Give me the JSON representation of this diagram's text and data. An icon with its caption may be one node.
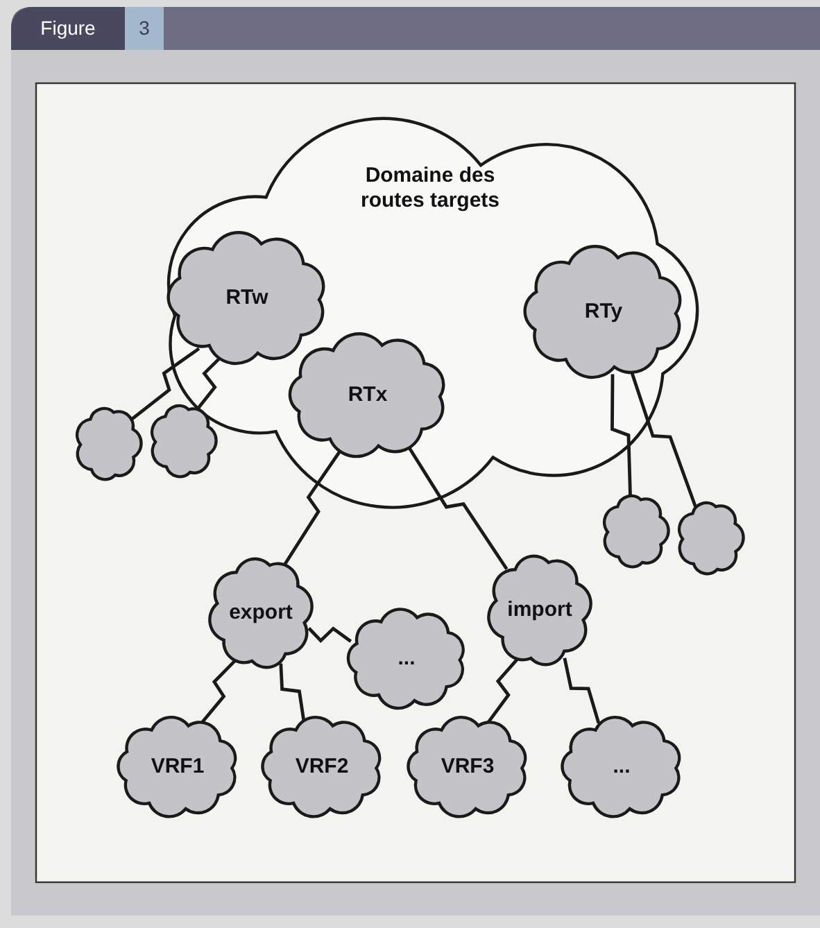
{
  "diagram": {
    "nodes": [
      {
        "text": [
          "Domaine des routes targets"
        ]
      },
      {
        "text": [
          "RTw"
        ],
        "in": 0
      },
      {
        "text": [
          "RTx"
        ],
        "in": 0
      },
      {
        "text": [
          "RTy"
        ],
        "in": 0
      },
      {
        "text": [],
        "shape": "cloud"
      },
      {
        "text": [],
        "shape": "cloud"
      },
      {
        "text": [],
        "shape": "cloud"
      },
      {
        "text": [],
        "shape": "cloud"
      },
      {
        "text": [
          "export"
        ]
      },
      {
        "text": [
          "..."
        ]
      },
      {
        "text": [
          "import"
        ]
      },
      {
        "text": [
          "VRF1"
        ]
      },
      {
        "text": [
          "VRF2"
        ]
      },
      {
        "text": [
          "VRF3"
        ]
      },
      {
        "text": [
          "..."
        ]
      }
    ],
    "edges": [
      {
        "from": 1,
        "to": 4,
        "arrow": "none"
      },
      {
        "from": 1,
        "to": 5,
        "arrow": "none"
      },
      {
        "from": 3,
        "to": 6,
        "arrow": "none"
      },
      {
        "from": 3,
        "to": 7,
        "arrow": "none"
      },
      {
        "from": 2,
        "to": 8,
        "arrow": "none"
      },
      {
        "from": 2,
        "to": 10,
        "arrow": "none"
      },
      {
        "from": 8,
        "to": 9,
        "arrow": "none"
      },
      {
        "from": 8,
        "to": 11,
        "arrow": "none"
      },
      {
        "from": 8,
        "to": 12,
        "arrow": "none"
      },
      {
        "from": 10,
        "to": 13,
        "arrow": "none"
      },
      {
        "from": 10,
        "to": 14,
        "arrow": "none"
      }
    ],
    "labels": [
      "Figure",
      "3"
    ]
  }
}
